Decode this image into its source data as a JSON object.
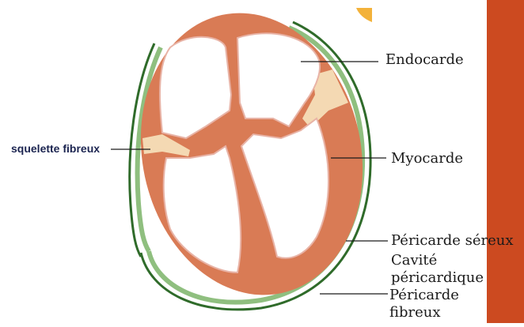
{
  "labels": {
    "endocarde": "Endocarde",
    "myocarde": "Myocarde",
    "squelette": "squelette fibreux",
    "pericarde_sereux": "Péricarde séreux",
    "cavite_line1": "Cavité",
    "cavite_line2": "péricardique",
    "pericarde_fibreux_line1": "Péricarde",
    "pericarde_fibreux_line2": "fibreux"
  },
  "colors": {
    "myocardium": "#d97b55",
    "myocardium_light": "#e49066",
    "fibrous_skeleton": "#f4d9b3",
    "endocardium_edge": "#e8b3a6",
    "pericardium_green": "#2f6b2a",
    "pericardium_light_green": "#8fbf7f",
    "accent_bar": "#cc4a20",
    "corner_shape": "#f3b23a"
  }
}
